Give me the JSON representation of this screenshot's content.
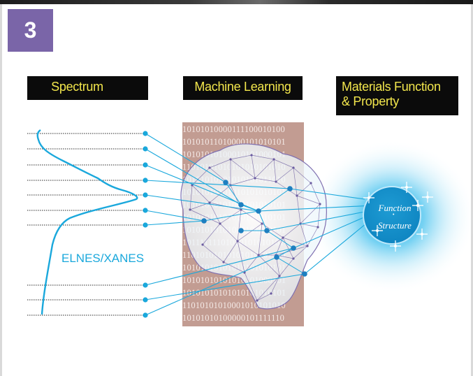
{
  "figure_number": "3",
  "headers": {
    "spectrum": "Spectrum",
    "machine_learning": "Machine Learning",
    "materials_line1": "Materials Function",
    "materials_line2": "& Property"
  },
  "spectrum_label": "ELNES/XANES",
  "binary_lines": [
    "10101010000111100010100",
    "10101011010000101010101",
    "10101010100010101000101",
    "11010101010101010101010",
    "10101010101010101011010",
    "10101010101010101010101",
    "10101010101010101010101",
    "10101010101010101010101",
    "10101010101010101010101",
    "10111111101010101010101",
    "11010101010101010101010",
    "10101010101010101010101",
    "10101010101010101000101",
    "10101010101010101010101",
    "11010101010001010101010",
    "10101010100000101111110"
  ],
  "orb": {
    "line1": "Function",
    "dot": "•",
    "line2": "Structure"
  },
  "colors": {
    "figure_badge": "#7a65a8",
    "header_bg": "#0b0b0b",
    "header_text": "#f2e64c",
    "accent_blue": "#1aa8dc",
    "binary_bg": "#c29c92",
    "network_purple": "#6a5ba0"
  }
}
